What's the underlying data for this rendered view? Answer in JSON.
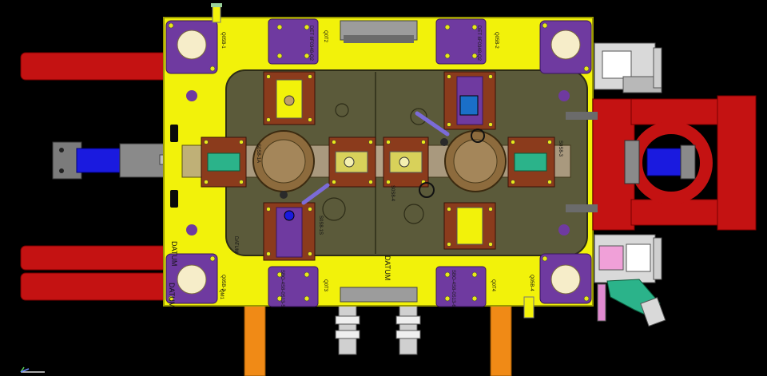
{
  "colors": {
    "background": "#000000",
    "plate": "#f2f20a",
    "plate_edge": "#9a9a00",
    "cavity_plate": "#5b5a3a",
    "cavity_edge": "#2d2c17",
    "red_cylinder": "#c41212",
    "purple_clamp": "#6f3aa0",
    "blue_cylinder": "#1a1adf",
    "slide_brown": "#8b3b1c",
    "slide_green": "#2bb38a",
    "orange_leg": "#f08a16",
    "ring_bronze": "#8d6b3d",
    "grey_metal": "#9c9c9c"
  },
  "labels": {
    "datum_left_mid": "DATUM",
    "datum_left_bottom": "DATUM",
    "datum_center": "DATUM",
    "datum_center_right": "DATUM",
    "clamp_tl": "Q05B-1",
    "clamp_tr": "Q05B-2",
    "clamp_bl": "Q05B-3",
    "clamp_br": "Q05B-4",
    "part_top_left": "DET 8F0348-Q2",
    "part_top_right": "DET 8F0348-Q2",
    "part_bottom_left": "SBO-4S8-0S13-5",
    "part_bottom_right": "SBO-4S8-0S13-6",
    "slide_left": "S0S8-1A",
    "slide_right": "S0S8-3",
    "slide_center_left": "S0S8-1S",
    "slide_center_right": "S0S8-4",
    "tag_q0t3": "Q0T3",
    "tag_q0t2": "Q0T2",
    "tag_q0t4": "Q0T4",
    "tag_qm1": "QM1"
  },
  "icons": {
    "axis_triad": "axis-triad-icon"
  }
}
